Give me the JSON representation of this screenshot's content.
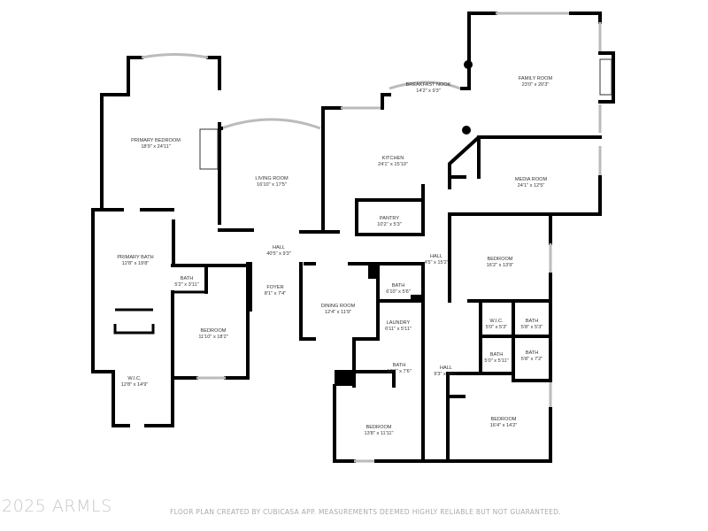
{
  "rooms": [
    {
      "name": "PRIMARY BEDROOM",
      "dims": "18'9\" x 24'11\""
    },
    {
      "name": "LIVING ROOM",
      "dims": "16'10\" x 17'5\""
    },
    {
      "name": "BREAKFAST NOOK",
      "dims": "14'2\" x 9'3\""
    },
    {
      "name": "FAMILY ROOM",
      "dims": "23'0\" x 20'3\""
    },
    {
      "name": "KITCHEN",
      "dims": "24'1\" x 15'10\""
    },
    {
      "name": "MEDIA ROOM",
      "dims": "24'1\" x 12'5\""
    },
    {
      "name": "PANTRY",
      "dims": "10'2\" x 5'3\""
    },
    {
      "name": "HALL",
      "dims": "40'5\" x 9'3\""
    },
    {
      "name": "HALL",
      "dims": "4'5\" x 15'2\""
    },
    {
      "name": "BEDROOM",
      "dims": "16'2\" x 13'9\""
    },
    {
      "name": "PRIMARY BATH",
      "dims": "12'8\" x 19'8\""
    },
    {
      "name": "BATH",
      "dims": "5'2\" x 3'11\""
    },
    {
      "name": "FOYER",
      "dims": "8'1\" x 7'4\""
    },
    {
      "name": "DINING ROOM",
      "dims": "12'4\" x 11'9\""
    },
    {
      "name": "BATH",
      "dims": "6'10\" x 5'6\""
    },
    {
      "name": "LAUNDRY",
      "dims": "6'11\" x 5'11\""
    },
    {
      "name": "BEDROOM",
      "dims": "11'10\" x 18'2\""
    },
    {
      "name": "W.I.C.",
      "dims": "5'0\" x 5'3\""
    },
    {
      "name": "BATH",
      "dims": "5'8\" x 5'3\""
    },
    {
      "name": "BATH",
      "dims": "5'0\" x 5'11\""
    },
    {
      "name": "BATH",
      "dims": "5'8\" x 7'2\""
    },
    {
      "name": "BATH",
      "dims": "10'7\" x 7'6\""
    },
    {
      "name": "HALL",
      "dims": "9'3\" x 38'0\""
    },
    {
      "name": "W.I.C.",
      "dims": "12'8\" x 14'9\""
    },
    {
      "name": "BEDROOM",
      "dims": "16'4\" x 14'2\""
    },
    {
      "name": "BEDROOM",
      "dims": "13'8\" x 11'11\""
    }
  ],
  "watermark": "2025 ARMLS",
  "footer": "FLOOR PLAN CREATED BY CUBICASA APP. MEASUREMENTS DEEMED HIGHLY RELIABLE BUT NOT GUARANTEED."
}
